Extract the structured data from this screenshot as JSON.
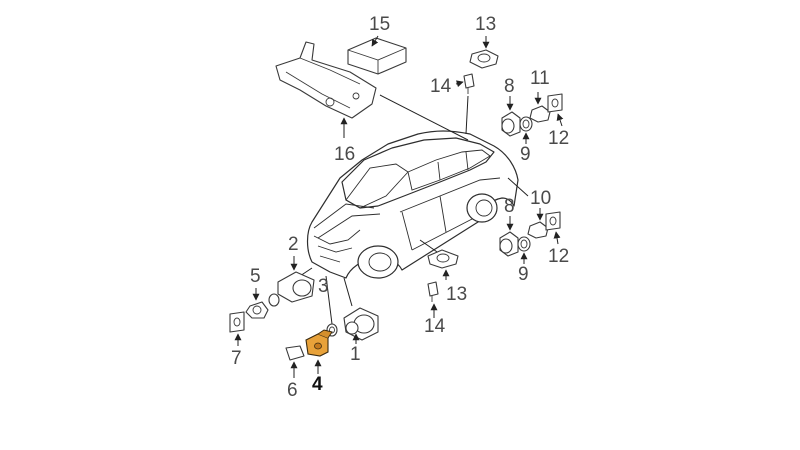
{
  "diagram": {
    "callouts": [
      {
        "id": "1",
        "label": "1"
      },
      {
        "id": "2",
        "label": "2"
      },
      {
        "id": "3",
        "label": "3"
      },
      {
        "id": "4",
        "label": "4"
      },
      {
        "id": "5",
        "label": "5"
      },
      {
        "id": "6",
        "label": "6"
      },
      {
        "id": "7",
        "label": "7"
      },
      {
        "id": "8a",
        "label": "8"
      },
      {
        "id": "8b",
        "label": "8"
      },
      {
        "id": "9a",
        "label": "9"
      },
      {
        "id": "9b",
        "label": "9"
      },
      {
        "id": "10",
        "label": "10"
      },
      {
        "id": "11",
        "label": "11"
      },
      {
        "id": "12a",
        "label": "12"
      },
      {
        "id": "12b",
        "label": "12"
      },
      {
        "id": "13a",
        "label": "13"
      },
      {
        "id": "13b",
        "label": "13"
      },
      {
        "id": "14a",
        "label": "14"
      },
      {
        "id": "14b",
        "label": "14"
      },
      {
        "id": "15",
        "label": "15"
      },
      {
        "id": "16",
        "label": "16"
      }
    ],
    "highlighted_part": "4",
    "highlight_color": "#e8a23a"
  }
}
